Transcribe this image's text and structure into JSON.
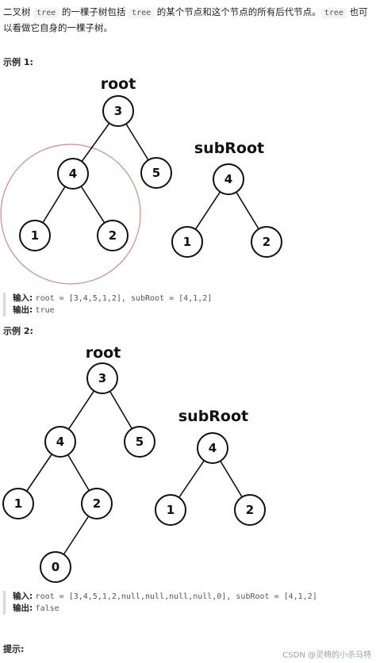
{
  "intro": {
    "part1": "二叉树 ",
    "code1": "tree",
    "part2": " 的一棵子树包括 ",
    "code2": "tree",
    "part3": " 的某个节点和这个节点的所有后代节点。",
    "code3": "tree",
    "part4": " 也可以看做它自身的一棵子树。"
  },
  "example1": {
    "heading": "示例 1:",
    "root_title": "root",
    "root_nodes": [
      "3",
      "4",
      "5",
      "1",
      "2"
    ],
    "sub_title": "subRoot",
    "sub_nodes": [
      "4",
      "1",
      "2"
    ],
    "input_label": "输入:",
    "input_value": "root = [3,4,5,1,2], subRoot = [4,1,2]",
    "output_label": "输出:",
    "output_value": "true"
  },
  "example2": {
    "heading": "示例 2:",
    "root_title": "root",
    "root_nodes": [
      "3",
      "4",
      "5",
      "1",
      "2",
      "0"
    ],
    "sub_title": "subRoot",
    "sub_nodes": [
      "4",
      "1",
      "2"
    ],
    "input_label": "输入:",
    "input_value": "root = [3,4,5,1,2,null,null,null,null,0], subRoot = [4,1,2]",
    "output_label": "输出:",
    "output_value": "false"
  },
  "hint_heading": "提示:",
  "watermark": "CSDN @灵椅的小杀马特"
}
